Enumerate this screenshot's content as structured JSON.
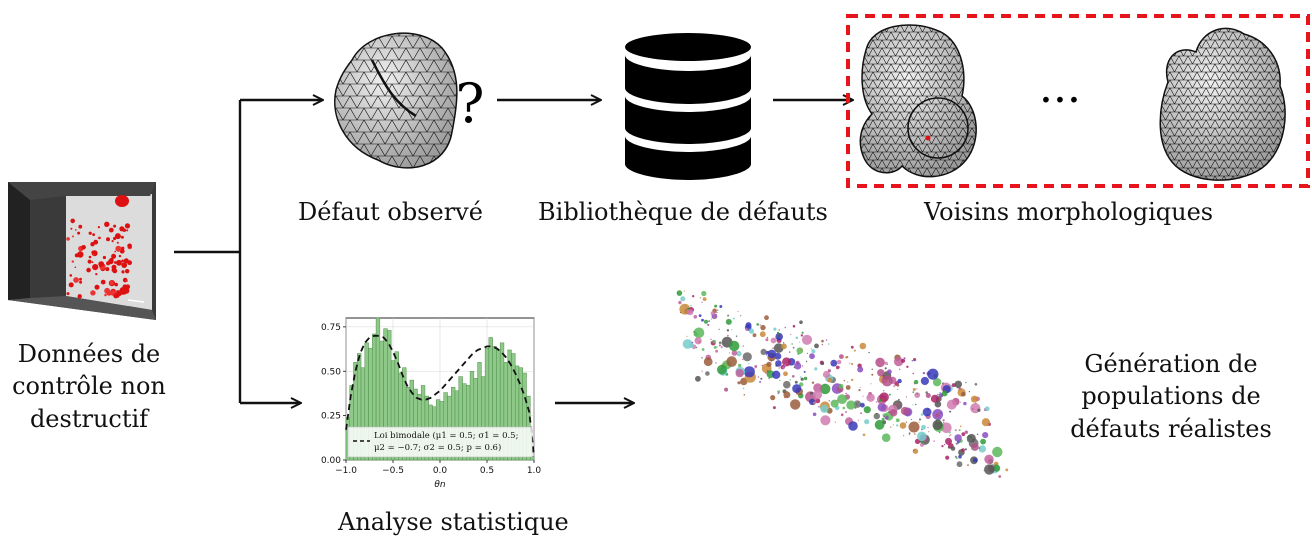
{
  "labels": {
    "ndt_data": [
      "Données de",
      "contrôle non",
      "destructif"
    ],
    "observed_defect": "Défaut observé",
    "question_mark": "?",
    "library": "Bibliothèque de défauts",
    "neighbors": "Voisins morphologiques",
    "ellipsis": "···",
    "statistical_analysis": "Analyse statistique",
    "generation": [
      "Génération de",
      "populations de",
      "défauts réalistes"
    ]
  },
  "colors": {
    "highlight_box": "#e8141b",
    "histogram_bar": "#8fc98a",
    "histogram_edge": "#4f8f4a",
    "mesh_fill": "#cfcfcf",
    "defect_red": "#d11"
  },
  "icons": [
    "database-icon",
    "mesh-defect-icon",
    "ct-volume-image",
    "point-cloud-image"
  ],
  "chart_data": {
    "type": "bar",
    "xlabel": "θn",
    "xticks": [
      "−1.0",
      "−0.5",
      "0.0",
      "0.5",
      "1.0"
    ],
    "yticks": [
      "0.00",
      "0.25",
      "0.50",
      "0.75"
    ],
    "xlim": [
      -1.0,
      1.0
    ],
    "ylim": [
      0,
      0.8
    ],
    "grid": true,
    "legend_position": "bottom-left",
    "x": [
      -0.98,
      -0.94,
      -0.9,
      -0.86,
      -0.82,
      -0.78,
      -0.74,
      -0.7,
      -0.66,
      -0.62,
      -0.58,
      -0.54,
      -0.5,
      -0.46,
      -0.42,
      -0.38,
      -0.34,
      -0.3,
      -0.26,
      -0.22,
      -0.18,
      -0.14,
      -0.1,
      -0.06,
      -0.02,
      0.02,
      0.06,
      0.1,
      0.14,
      0.18,
      0.22,
      0.26,
      0.3,
      0.34,
      0.38,
      0.42,
      0.46,
      0.5,
      0.54,
      0.58,
      0.62,
      0.66,
      0.7,
      0.74,
      0.78,
      0.82,
      0.86,
      0.9,
      0.94,
      0.98
    ],
    "values": [
      0.24,
      0.42,
      0.55,
      0.6,
      0.52,
      0.66,
      0.63,
      0.71,
      0.8,
      0.67,
      0.74,
      0.73,
      0.56,
      0.61,
      0.49,
      0.52,
      0.41,
      0.45,
      0.4,
      0.37,
      0.42,
      0.36,
      0.31,
      0.3,
      0.34,
      0.33,
      0.38,
      0.36,
      0.41,
      0.39,
      0.47,
      0.43,
      0.42,
      0.5,
      0.46,
      0.55,
      0.47,
      0.63,
      0.69,
      0.64,
      0.62,
      0.66,
      0.55,
      0.62,
      0.6,
      0.53,
      0.52,
      0.49,
      0.36,
      0.02
    ],
    "series": [
      {
        "name": "Loi bimodale (μ1 = 0.5; σ1 = 0.5; μ2 = −0.7; σ2 = 0.5; p = 0.6)",
        "style": "dashed",
        "x": [
          -1.0,
          -0.95,
          -0.9,
          -0.85,
          -0.8,
          -0.75,
          -0.7,
          -0.65,
          -0.6,
          -0.55,
          -0.5,
          -0.45,
          -0.4,
          -0.35,
          -0.3,
          -0.25,
          -0.2,
          -0.15,
          -0.1,
          -0.05,
          0.0,
          0.05,
          0.1,
          0.15,
          0.2,
          0.25,
          0.3,
          0.35,
          0.4,
          0.45,
          0.5,
          0.55,
          0.6,
          0.65,
          0.7,
          0.75,
          0.8,
          0.85,
          0.9,
          0.95,
          1.0
        ],
        "y": [
          0.17,
          0.36,
          0.5,
          0.6,
          0.66,
          0.69,
          0.7,
          0.7,
          0.69,
          0.66,
          0.61,
          0.55,
          0.48,
          0.42,
          0.38,
          0.35,
          0.34,
          0.34,
          0.35,
          0.37,
          0.39,
          0.42,
          0.45,
          0.48,
          0.51,
          0.54,
          0.57,
          0.6,
          0.62,
          0.63,
          0.64,
          0.64,
          0.63,
          0.61,
          0.58,
          0.54,
          0.49,
          0.43,
          0.36,
          0.27,
          0.02
        ]
      }
    ],
    "legend_lines": [
      "Loi bimodale (μ1 = 0.5; σ1 = 0.5;",
      "μ2 = −0.7; σ2 = 0.5; p = 0.6)"
    ]
  }
}
